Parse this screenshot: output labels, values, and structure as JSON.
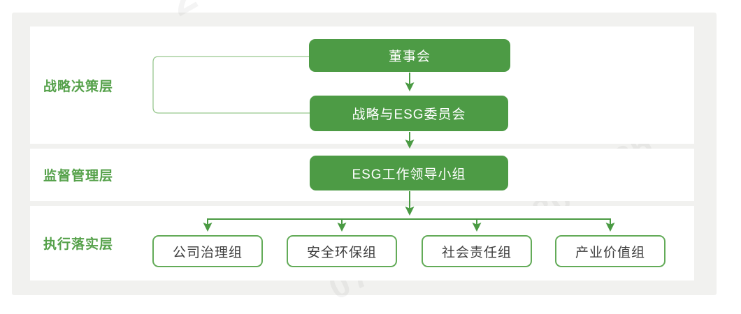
{
  "diagram": {
    "type": "org-chart",
    "topic": "ESG governance structure",
    "accent_color": "#4d9b45",
    "label_color": "#55a14a",
    "card_bg": "#f1f1ef",
    "band_bg": "#ffffff",
    "node_text_dark": "#3e3e3e",
    "layers": [
      {
        "label": "战略决策层"
      },
      {
        "label": "监督管理层"
      },
      {
        "label": "执行落实层"
      }
    ],
    "nodes": {
      "board": "董事会",
      "committee": "战略与ESG委员会",
      "leading_group": "ESG工作领导小组"
    },
    "exec_groups": [
      {
        "label": "公司治理组"
      },
      {
        "label": "安全环保组"
      },
      {
        "label": "社会责任组"
      },
      {
        "label": "产业价值组"
      }
    ],
    "hierarchy": [
      {
        "from": "董事会",
        "to": "战略与ESG委员会"
      },
      {
        "from": "战略与ESG委员会",
        "to": "ESG工作领导小组"
      },
      {
        "from": "ESG工作领导小组",
        "to": [
          "公司治理组",
          "安全环保组",
          "社会责任组",
          "产业价值组"
        ]
      }
    ]
  },
  "watermarks": [
    "24",
    "07580 5",
    "8080035"
  ]
}
